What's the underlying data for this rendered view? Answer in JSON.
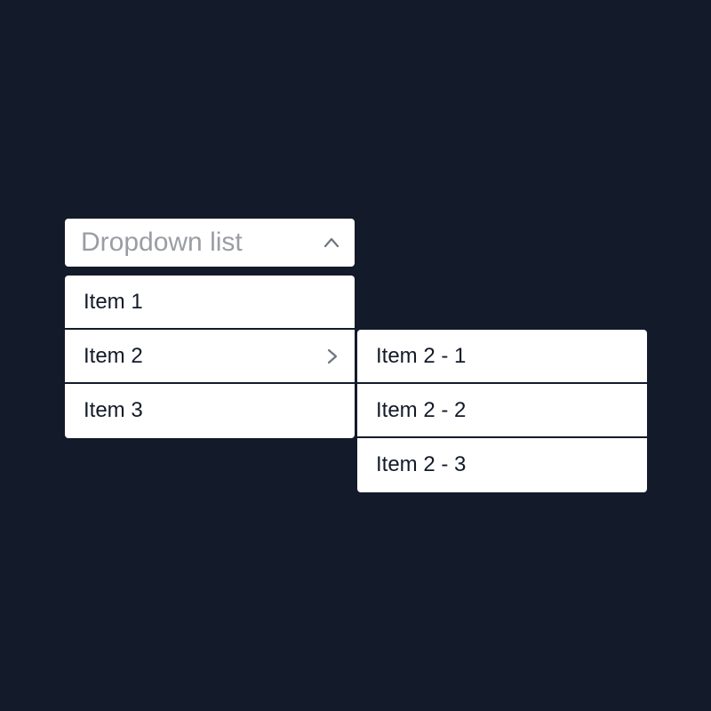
{
  "dropdown": {
    "label": "Dropdown list",
    "expanded_icon": "chevron-up-icon"
  },
  "menu": {
    "items": [
      {
        "label": "Item 1"
      },
      {
        "label": "Item 2",
        "has_submenu": true,
        "submenu_icon": "chevron-right-icon"
      },
      {
        "label": "Item 3"
      }
    ]
  },
  "submenu": {
    "items": [
      {
        "label": "Item 2 - 1"
      },
      {
        "label": "Item 2 - 2"
      },
      {
        "label": "Item 2 - 3"
      }
    ]
  },
  "colors": {
    "background": "#131a29",
    "surface": "#ffffff",
    "placeholder_text": "#9a9da3",
    "item_text": "#131a29",
    "chevron": "#6f7480"
  }
}
